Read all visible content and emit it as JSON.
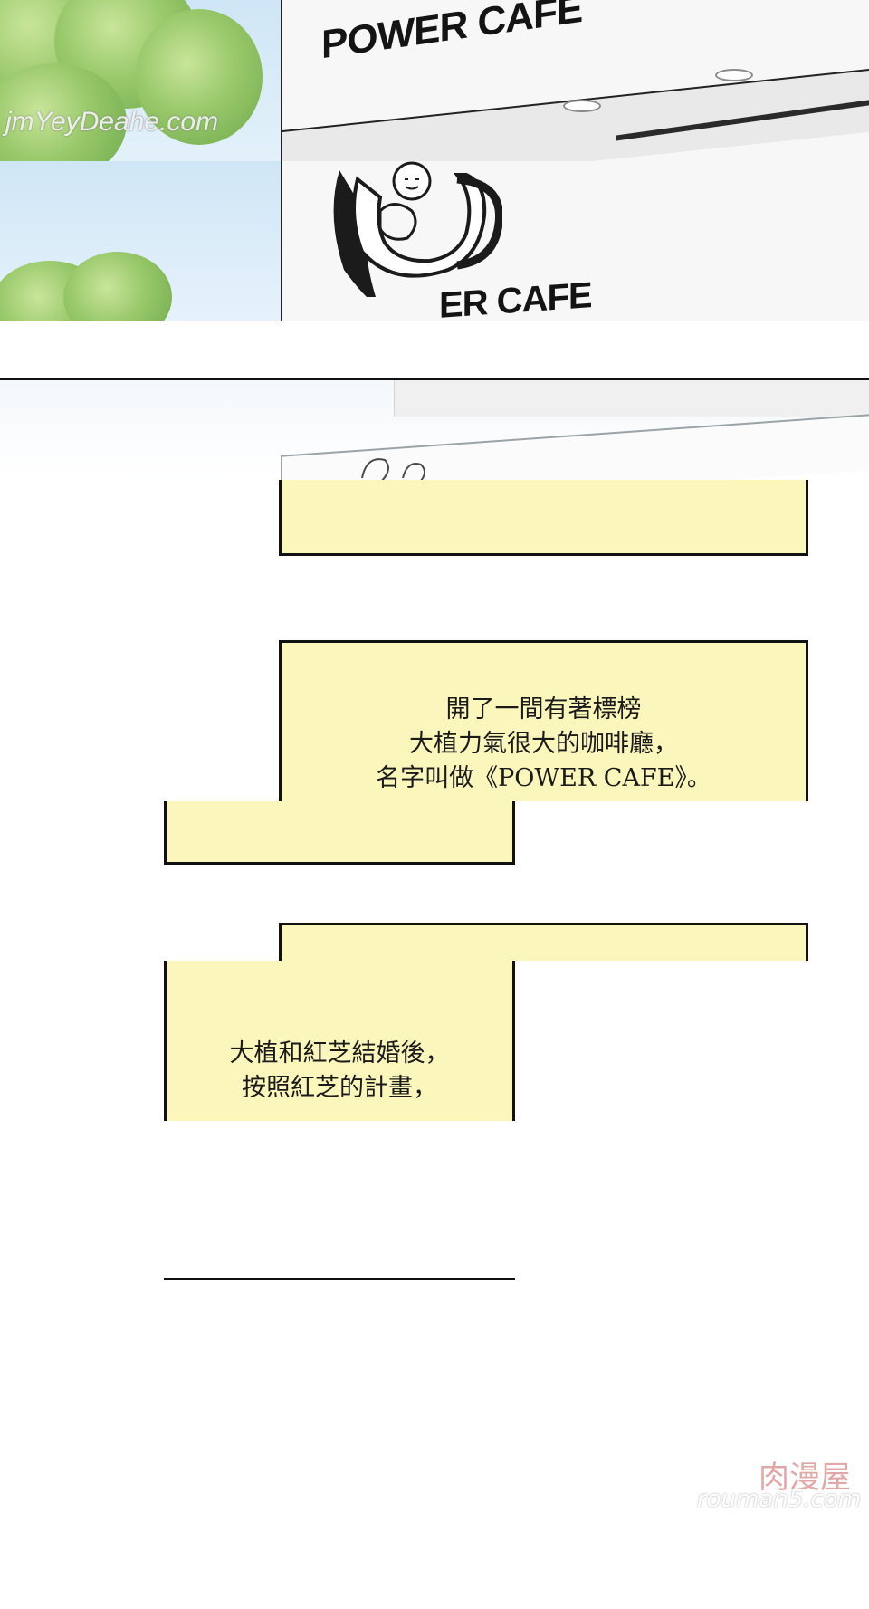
{
  "panel_top": {
    "sign_upper": "POWER CAFE",
    "sign_lower": "ER CAFE",
    "watermark": "jmYeyDeahe.com"
  },
  "captions": {
    "first": {
      "lines": [
        "開了一間有著標榜",
        "大植力氣很大的咖啡廳，",
        "名字叫做《POWER CAFE》。"
      ]
    },
    "second": {
      "lines": [
        "大植和紅芝結婚後，",
        "按照紅芝的計畫，"
      ]
    }
  },
  "footer_watermark": {
    "brand": "肉漫屋",
    "url": "rouman5.com"
  },
  "colors": {
    "caption_fill": "#fbf6bb",
    "caption_border": "#111111",
    "sky": "#cfe6f6",
    "foliage": "#98c86a"
  }
}
